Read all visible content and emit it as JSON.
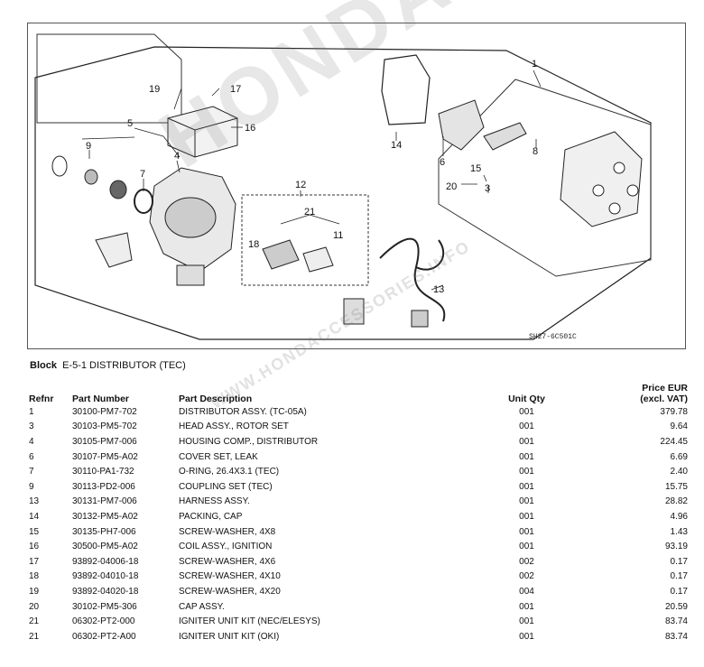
{
  "diagram": {
    "callouts": [
      "1",
      "3",
      "4",
      "5",
      "6",
      "7",
      "8",
      "9",
      "11",
      "12",
      "13",
      "14",
      "15",
      "16",
      "17",
      "18",
      "19",
      "20",
      "21"
    ],
    "code": "SH27-6C501C"
  },
  "watermark": "HONDA ACCESSORIES EX",
  "watermark2": "WWW.HONDACCESSORIES.INFO",
  "block": {
    "prefix": "Block",
    "title": "E-5-1 DISTRIBUTOR (TEC)"
  },
  "table": {
    "headers": {
      "refnr": "Refnr",
      "part_number": "Part Number",
      "description": "Part Description",
      "unit_qty": "Unit Qty",
      "price_line1": "Price EUR",
      "price_line2": "(excl. VAT)"
    },
    "rows": [
      {
        "ref": "1",
        "pn": "30100-PM7-702",
        "desc": "DISTRIBUTOR ASSY. (TC-05A)",
        "qty": "001",
        "price": "379.78"
      },
      {
        "ref": "3",
        "pn": "30103-PM5-702",
        "desc": "HEAD ASSY., ROTOR SET",
        "qty": "001",
        "price": "9.64"
      },
      {
        "ref": "4",
        "pn": "30105-PM7-006",
        "desc": "HOUSING COMP., DISTRIBUTOR",
        "qty": "001",
        "price": "224.45"
      },
      {
        "ref": "6",
        "pn": "30107-PM5-A02",
        "desc": "COVER SET, LEAK",
        "qty": "001",
        "price": "6.69"
      },
      {
        "ref": "7",
        "pn": "30110-PA1-732",
        "desc": "O-RING, 26.4X3.1 (TEC)",
        "qty": "001",
        "price": "2.40"
      },
      {
        "ref": "9",
        "pn": "30113-PD2-006",
        "desc": "COUPLING SET (TEC)",
        "qty": "001",
        "price": "15.75"
      },
      {
        "ref": "13",
        "pn": "30131-PM7-006",
        "desc": "HARNESS ASSY.",
        "qty": "001",
        "price": "28.82"
      },
      {
        "ref": "14",
        "pn": "30132-PM5-A02",
        "desc": "PACKING, CAP",
        "qty": "001",
        "price": "4.96"
      },
      {
        "ref": "15",
        "pn": "30135-PH7-006",
        "desc": "SCREW-WASHER, 4X8",
        "qty": "001",
        "price": "1.43"
      },
      {
        "ref": "16",
        "pn": "30500-PM5-A02",
        "desc": "COIL ASSY., IGNITION",
        "qty": "001",
        "price": "93.19"
      },
      {
        "ref": "17",
        "pn": "93892-04006-18",
        "desc": "SCREW-WASHER, 4X6",
        "qty": "002",
        "price": "0.17"
      },
      {
        "ref": "18",
        "pn": "93892-04010-18",
        "desc": "SCREW-WASHER, 4X10",
        "qty": "002",
        "price": "0.17"
      },
      {
        "ref": "19",
        "pn": "93892-04020-18",
        "desc": "SCREW-WASHER, 4X20",
        "qty": "004",
        "price": "0.17"
      },
      {
        "ref": "20",
        "pn": "30102-PM5-306",
        "desc": "CAP ASSY.",
        "qty": "001",
        "price": "20.59"
      },
      {
        "ref": "21",
        "pn": "06302-PT2-000",
        "desc": "IGNITER UNIT KIT (NEC/ELESYS)",
        "qty": "001",
        "price": "83.74"
      },
      {
        "ref": "21",
        "pn": "06302-PT2-A00",
        "desc": "IGNITER UNIT KIT (OKI)",
        "qty": "001",
        "price": "83.74"
      }
    ]
  }
}
